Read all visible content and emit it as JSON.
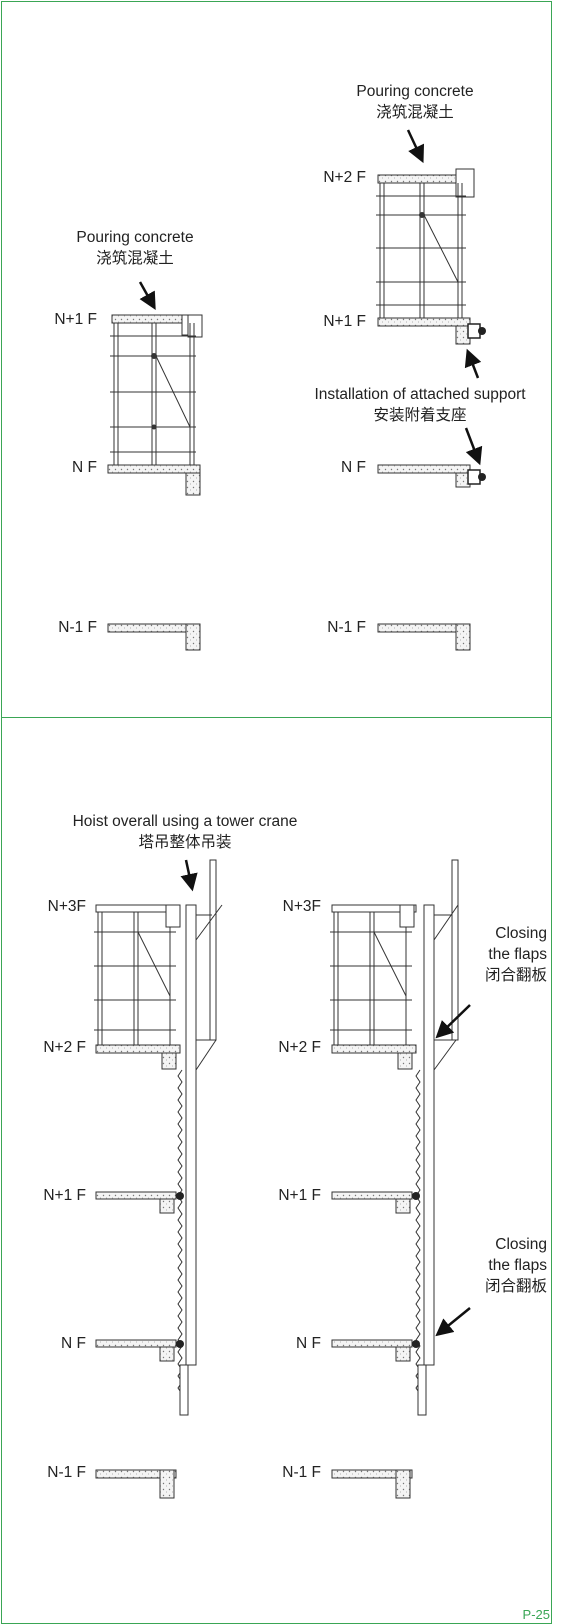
{
  "panel1": {
    "left": {
      "caption_en": "Pouring concrete",
      "caption_cn": "浇筑混凝土",
      "floors": [
        "N+1 F",
        "N F",
        "N-1 F"
      ]
    },
    "right": {
      "caption_en": "Pouring concrete",
      "caption_cn": "浇筑混凝土",
      "floors": [
        "N+2 F",
        "N+1 F",
        "N F",
        "N-1 F"
      ],
      "note_en": "Installation of attached support",
      "note_cn": "安装附着支座"
    }
  },
  "panel2": {
    "left": {
      "caption_en": "Hoist overall using a tower crane",
      "caption_cn": "塔吊整体吊装",
      "floors": [
        "N+3F",
        "N+2 F",
        "N+1 F",
        "N F",
        "N-1 F"
      ]
    },
    "right": {
      "floors": [
        "N+3F",
        "N+2 F",
        "N+1 F",
        "N F",
        "N-1 F"
      ],
      "note1_lines": [
        "Closing",
        "the flaps",
        "闭合翻板"
      ],
      "note2_lines": [
        "Closing",
        "the flaps",
        "闭合翻板"
      ]
    }
  },
  "page_number": "P-25",
  "colors": {
    "border": "#3aa655",
    "ink": "#222222"
  }
}
